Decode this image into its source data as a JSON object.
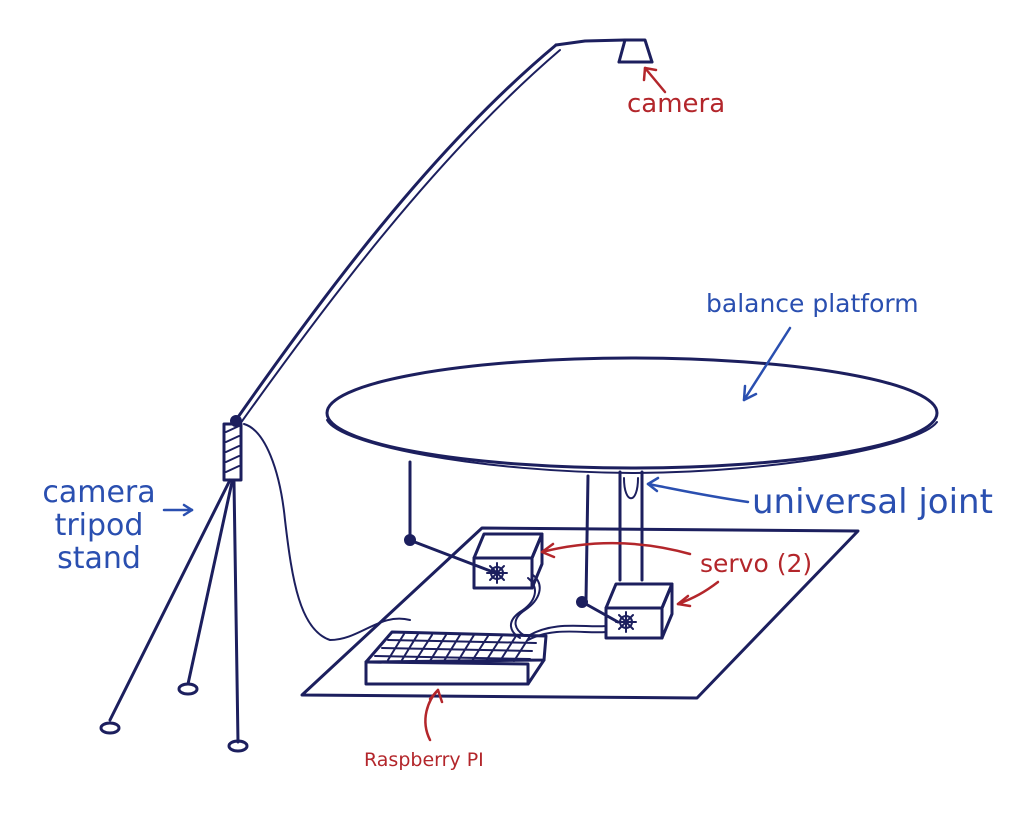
{
  "labels": {
    "camera": "camera",
    "balance_platform": "balance platform",
    "universal_joint": "universal joint",
    "servo": "servo (2)",
    "raspberry_pi": "Raspberry PI",
    "tripod_line1": "camera",
    "tripod_line2": "tripod",
    "tripod_line3": "stand"
  },
  "colors": {
    "ink": "#1c1f5e",
    "label_red": "#b3262b",
    "label_blue": "#2a4fb0",
    "background": "#ffffff"
  }
}
